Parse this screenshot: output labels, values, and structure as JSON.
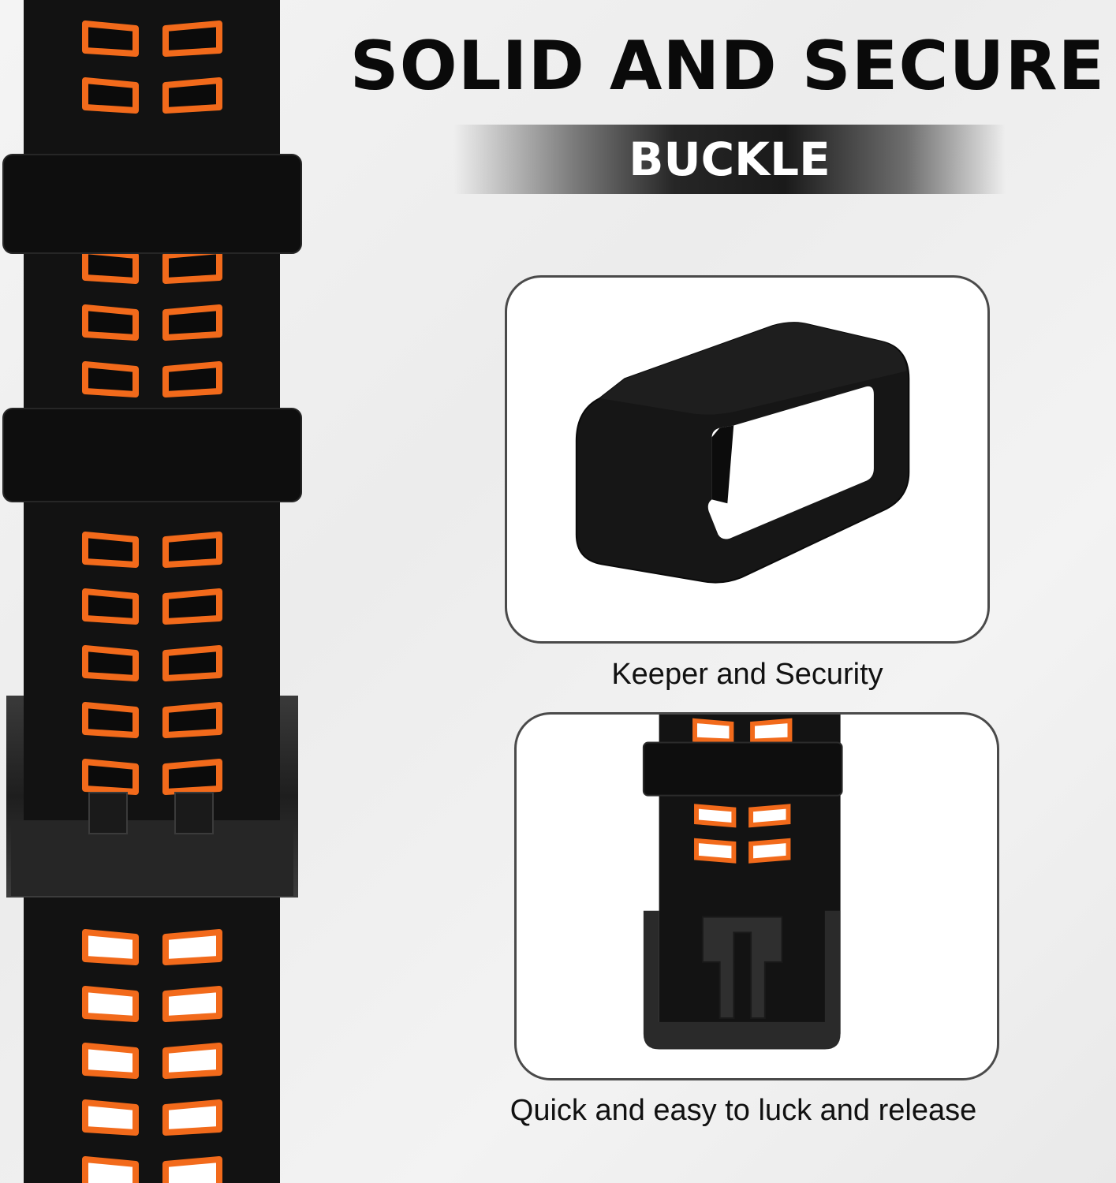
{
  "headline": "SOLID AND SECURE",
  "banner_label": "BUCKLE",
  "cards": {
    "keeper_caption": "Keeper and Security",
    "buckle_caption": "Quick and easy to luck and release"
  },
  "colors": {
    "strap": "#111111",
    "accent_orange": "#f26a1b",
    "buckle_metal": "#2a2a2a",
    "card_border": "#4a4a4a"
  }
}
